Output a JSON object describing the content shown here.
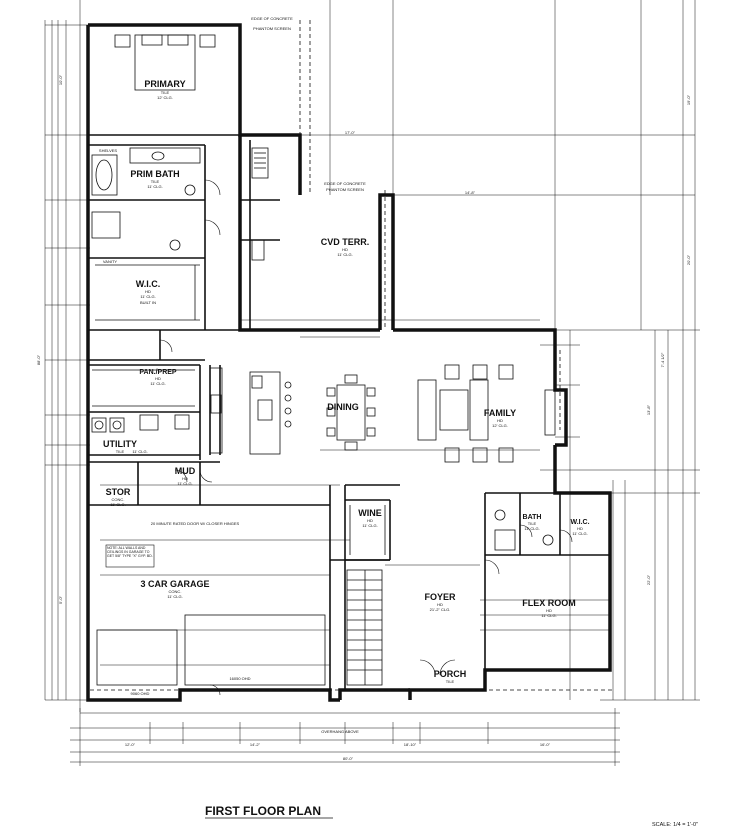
{
  "title": "FIRST FLOOR PLAN",
  "scale": "SCALE: 1/4 = 1'-0\"",
  "rooms": {
    "primary": {
      "name": "PRIMARY",
      "finish": "TILE",
      "ceiling": "12' CLG."
    },
    "prim_bath": {
      "name": "PRIM BATH",
      "finish": "TILE",
      "ceiling": "11' CLG."
    },
    "wic": {
      "name": "W.I.C.",
      "finish": "HD",
      "ceiling": "11' CLG."
    },
    "cvd_terr": {
      "name": "CVD TERR.",
      "finish": "HD",
      "ceiling": "11' CLG."
    },
    "pan_prep": {
      "name": "PAN./PREP",
      "finish": "HD",
      "ceiling": "11' CLG."
    },
    "utility": {
      "name": "UTILITY",
      "finish": "TILE",
      "ceiling": "11' CLG."
    },
    "dining": {
      "name": "DINING"
    },
    "family": {
      "name": "FAMILY",
      "finish": "HD",
      "ceiling": "12' CLG."
    },
    "mud": {
      "name": "MUD",
      "finish": "HD",
      "ceiling": "11' CLG."
    },
    "stor": {
      "name": "STOR",
      "finish": "CONC.",
      "ceiling": "11' CLG."
    },
    "garage": {
      "name": "3 CAR GARAGE",
      "finish": "CONC.",
      "ceiling": "11' CLG."
    },
    "wine": {
      "name": "WINE",
      "finish": "HD",
      "ceiling": "11' CLG."
    },
    "foyer": {
      "name": "FOYER",
      "finish": "HD",
      "ceiling": "21'-2\" CLG."
    },
    "bath": {
      "name": "BATH",
      "finish": "TILE",
      "ceiling": "11' CLG."
    },
    "wic2": {
      "name": "W.I.C.",
      "finish": "HD",
      "ceiling": "11' CLG."
    },
    "flex": {
      "name": "FLEX ROOM",
      "finish": "HD",
      "ceiling": "11' CLG."
    },
    "porch": {
      "name": "PORCH",
      "finish": "TILE"
    }
  },
  "notes": {
    "edge_concrete": "EDGE OF CONCRETE",
    "phantom_screen": "PHANTOM SCREEN",
    "shelves": "SHELVES",
    "vanity": "VANITY",
    "built_in": "BUILT IN",
    "overhang": "OVERHANG ABOVE",
    "garage_door_1": "16050 OHD",
    "garage_door_2": "9060 OHD",
    "fire_door": "20 MINUTE RATED DOOR W/ CLOSER HINGES",
    "garage_note": "NOTE: ALL WALLS AND CEILINGS IN GARAGE TO GET 5/8\" TYPE \"X\" GYP. BD."
  },
  "dims": {
    "overall_w": "80'-0\"",
    "overall_h": "88'-0\"",
    "d1": "12'-0\"",
    "d2": "14'-2\"",
    "d3": "18'-10\"",
    "d4": "16'-0\"",
    "d5": "17'-0\"",
    "d6": "14'-8\"",
    "d7": "19'-0\"",
    "d8": "20'-0\"",
    "d9": "13'-8\"",
    "d10": "10'-0\"",
    "d11": "22'-0\"",
    "d12": "7'-4 1/2\"",
    "d13": "5'-0\""
  },
  "colors": {
    "line": "#111111",
    "light": "#666666",
    "paper": "#ffffff"
  }
}
